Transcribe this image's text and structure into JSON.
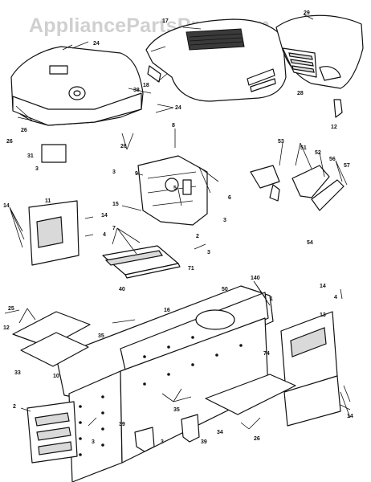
{
  "watermark": "AppliancePartsPros.com",
  "callouts": [
    {
      "id": "c17",
      "label": "17"
    },
    {
      "id": "c29",
      "label": "29"
    },
    {
      "id": "c24a",
      "label": "24"
    },
    {
      "id": "c38",
      "label": "38"
    },
    {
      "id": "c18",
      "label": "18"
    },
    {
      "id": "c28",
      "label": "28"
    },
    {
      "id": "c24b",
      "label": "24"
    },
    {
      "id": "c12",
      "label": "12"
    },
    {
      "id": "c26a",
      "label": "26"
    },
    {
      "id": "c26b",
      "label": "26"
    },
    {
      "id": "c26c",
      "label": "26"
    },
    {
      "id": "c8",
      "label": "8"
    },
    {
      "id": "c9",
      "label": "9"
    },
    {
      "id": "c31",
      "label": "31"
    },
    {
      "id": "c3a",
      "label": "3"
    },
    {
      "id": "c3b",
      "label": "3"
    },
    {
      "id": "c6",
      "label": "6"
    },
    {
      "id": "c53",
      "label": "53"
    },
    {
      "id": "c51",
      "label": "51"
    },
    {
      "id": "c52",
      "label": "52"
    },
    {
      "id": "c56",
      "label": "56"
    },
    {
      "id": "c57",
      "label": "57"
    },
    {
      "id": "c11",
      "label": "11"
    },
    {
      "id": "c14a",
      "label": "14"
    },
    {
      "id": "c14b",
      "label": "14"
    },
    {
      "id": "c15",
      "label": "15"
    },
    {
      "id": "c3c",
      "label": "3"
    },
    {
      "id": "c4a",
      "label": "4"
    },
    {
      "id": "c5",
      "label": "5"
    },
    {
      "id": "c54",
      "label": "54"
    },
    {
      "id": "c7",
      "label": "7"
    },
    {
      "id": "c2a",
      "label": "2"
    },
    {
      "id": "c3d",
      "label": "3"
    },
    {
      "id": "c40",
      "label": "40"
    },
    {
      "id": "c71",
      "label": "71"
    },
    {
      "id": "c140",
      "label": "140"
    },
    {
      "id": "c50",
      "label": "50"
    },
    {
      "id": "c14c",
      "label": "14"
    },
    {
      "id": "c4b",
      "label": "4"
    },
    {
      "id": "c1",
      "label": "1"
    },
    {
      "id": "c16",
      "label": "16"
    },
    {
      "id": "c25",
      "label": "25"
    },
    {
      "id": "c13",
      "label": "13"
    },
    {
      "id": "c12b",
      "label": "12"
    },
    {
      "id": "c35a",
      "label": "35"
    },
    {
      "id": "c33",
      "label": "33"
    },
    {
      "id": "c10",
      "label": "10"
    },
    {
      "id": "c74",
      "label": "74"
    },
    {
      "id": "c2b",
      "label": "2"
    },
    {
      "id": "c35b",
      "label": "35"
    },
    {
      "id": "c3e",
      "label": "3"
    },
    {
      "id": "c39a",
      "label": "39"
    },
    {
      "id": "c3f",
      "label": "3"
    },
    {
      "id": "c39b",
      "label": "39"
    },
    {
      "id": "c34",
      "label": "34"
    },
    {
      "id": "c26d",
      "label": "26"
    },
    {
      "id": "c14d",
      "label": "14"
    }
  ]
}
